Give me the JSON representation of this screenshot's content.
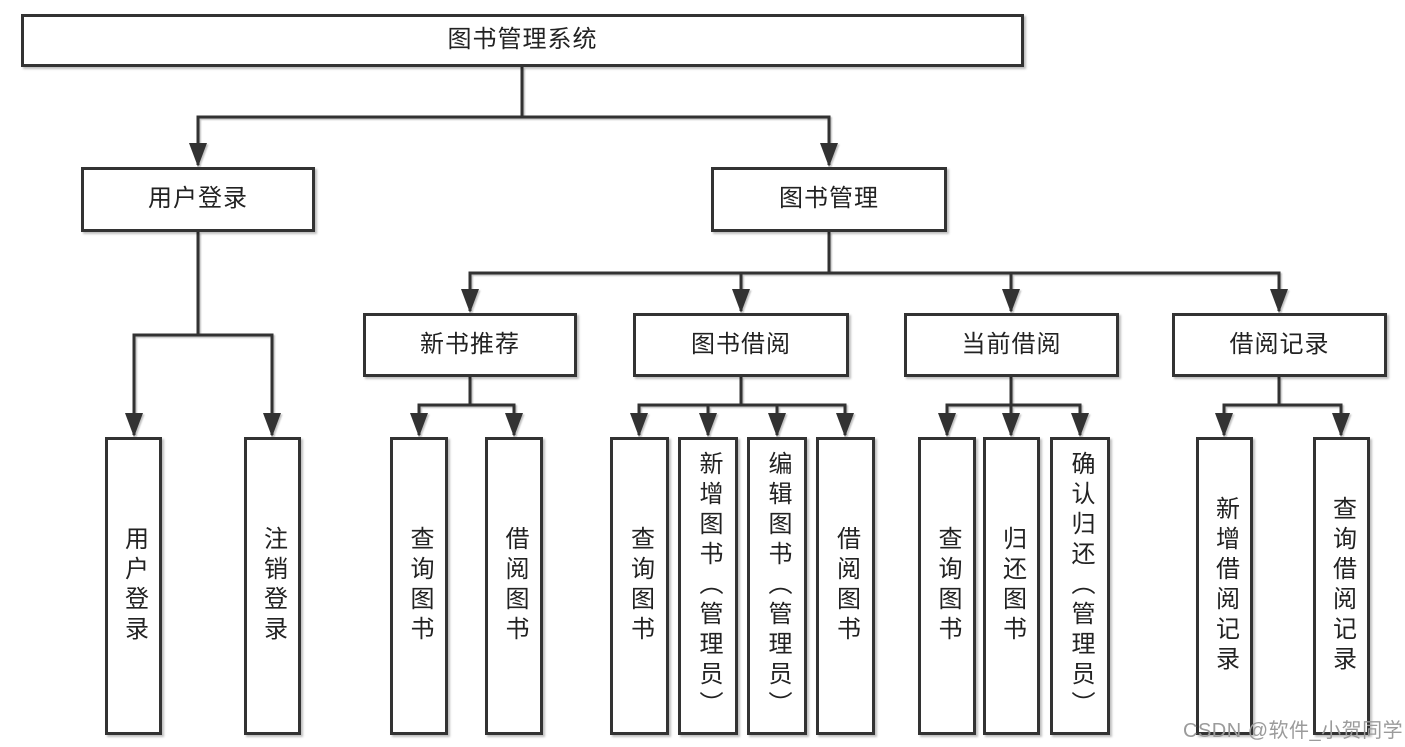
{
  "diagram": {
    "tree": {
      "label": "图书管理系统",
      "children": [
        {
          "label": "用户登录",
          "children": [
            {
              "label": "用户登录"
            },
            {
              "label": "注销登录"
            }
          ]
        },
        {
          "label": "图书管理",
          "children": [
            {
              "label": "新书推荐",
              "children": [
                {
                  "label": "查询图书"
                },
                {
                  "label": "借阅图书"
                }
              ]
            },
            {
              "label": "图书借阅",
              "children": [
                {
                  "label": "查询图书"
                },
                {
                  "label": "新增图书（管理员）"
                },
                {
                  "label": "编辑图书（管理员）"
                },
                {
                  "label": "借阅图书"
                }
              ]
            },
            {
              "label": "当前借阅",
              "children": [
                {
                  "label": "查询图书"
                },
                {
                  "label": "归还图书"
                },
                {
                  "label": "确认归还（管理员）"
                }
              ]
            },
            {
              "label": "借阅记录",
              "children": [
                {
                  "label": "新增借阅记录"
                },
                {
                  "label": "查询借阅记录"
                }
              ]
            }
          ]
        }
      ]
    },
    "colors": {
      "line": "#333333",
      "text": "#222222",
      "box_background": "#ffffff",
      "watermark": "#9b9b9b"
    }
  },
  "watermark": {
    "text": "CSDN @软件_小贺同学"
  }
}
